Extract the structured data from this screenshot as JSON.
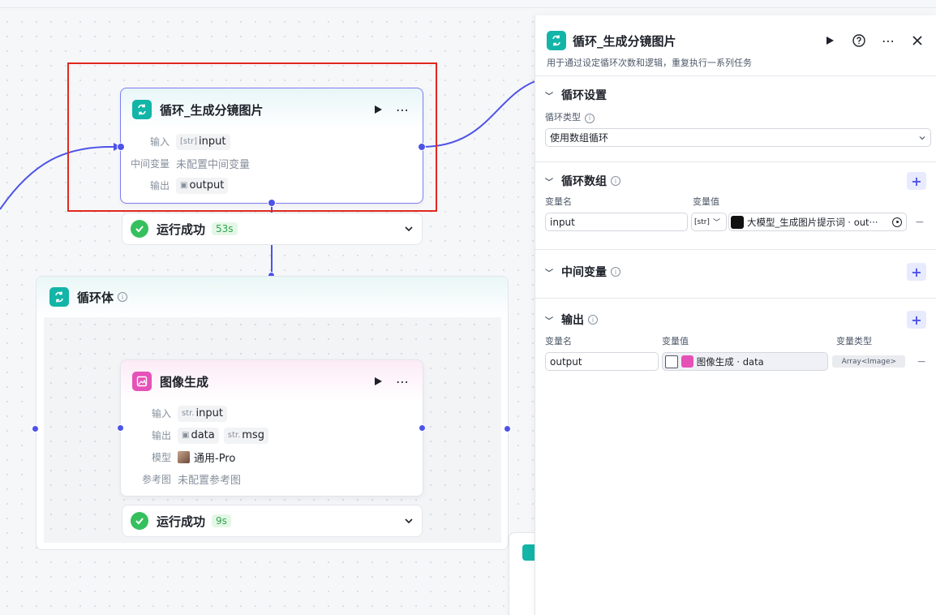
{
  "canvas": {
    "loop_node": {
      "title": "循环_生成分镜图片",
      "input_label": "输入",
      "input_type_tag": "[str]",
      "input_value": "input",
      "mid_label": "中间变量",
      "mid_value": "未配置中间变量",
      "output_label": "输出",
      "output_value": "output",
      "status": "运行成功",
      "time": "53s"
    },
    "loop_body": {
      "title": "循环体"
    },
    "image_node": {
      "title": "图像生成",
      "input_label": "输入",
      "input_type_tag": "str.",
      "input_value": "input",
      "output_label": "输出",
      "output_value_1": "data",
      "output_type_tag_2": "str.",
      "output_value_2": "msg",
      "model_label": "模型",
      "model_value": "通用-Pro",
      "ref_label": "参考图",
      "ref_value": "未配置参考图",
      "status": "运行成功",
      "time": "9s"
    }
  },
  "panel": {
    "title": "循环_生成分镜图片",
    "description": "用于通过设定循环次数和逻辑，重复执行一系列任务",
    "loop_settings": {
      "header": "循环设置",
      "type_label": "循环类型",
      "type_value": "使用数组循环"
    },
    "loop_array": {
      "header": "循环数组",
      "col_name": "变量名",
      "col_value": "变量值",
      "name_value": "input",
      "type_tag": "[str]",
      "ref_value": "大模型_生成图片提示词 · out···"
    },
    "mid_vars": {
      "header": "中间变量"
    },
    "output": {
      "header": "输出",
      "col_name": "变量名",
      "col_value": "变量值",
      "col_type": "变量类型",
      "name_value": "output",
      "ref_value": "图像生成 · data",
      "type_value": "Array<Image>"
    }
  },
  "colors": {
    "accent": "#4d53e8",
    "teal": "#12b5a7",
    "pink": "#e651b8",
    "success": "#35c05e",
    "selection": "#e0281e"
  }
}
